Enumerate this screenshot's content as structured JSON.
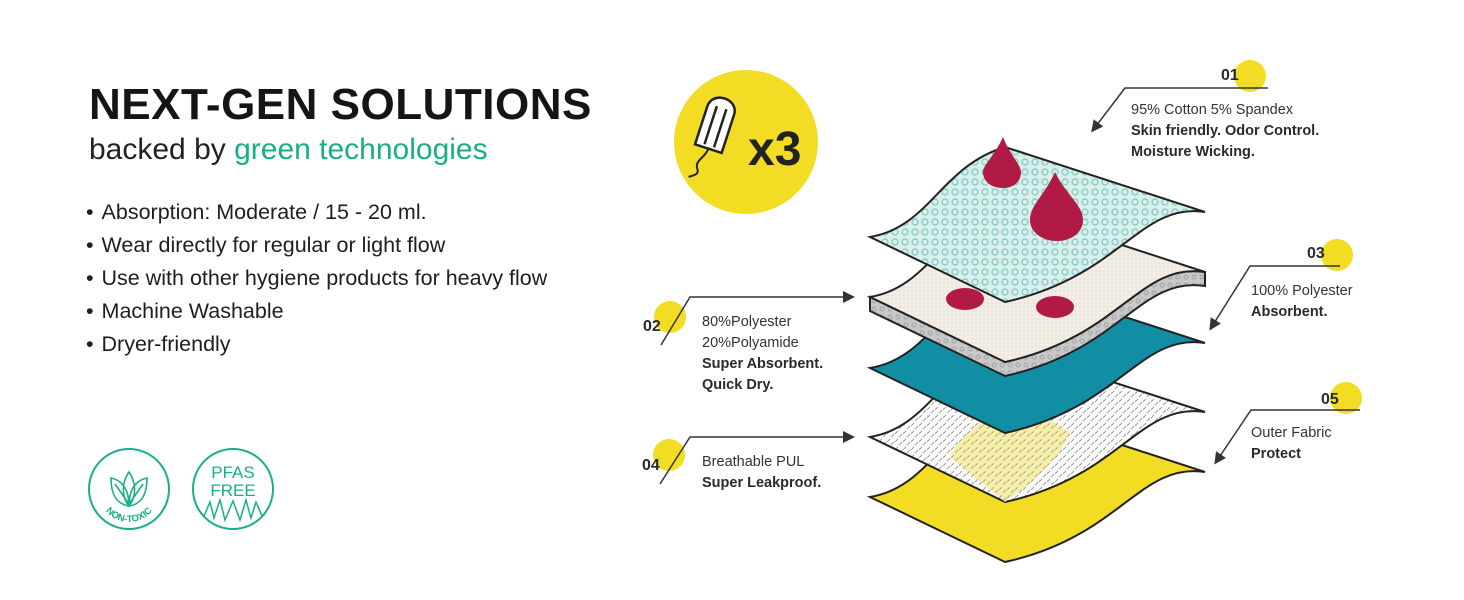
{
  "header": {
    "title": "NEXT-GEN SOLUTIONS",
    "subtitle_prefix": "backed by ",
    "subtitle_highlight": "green technologies"
  },
  "bullets": [
    "Absorption: Moderate / 15 - 20 ml.",
    "Wear directly for regular or light flow",
    "Use with other hygiene products for heavy flow",
    "Machine Washable",
    "Dryer-friendly"
  ],
  "badges": {
    "non_toxic": "NON-TOXIC",
    "pfas_line1": "PFAS",
    "pfas_line2": "FREE"
  },
  "tampon_badge": {
    "icon": "tampon-icon",
    "count": "x3"
  },
  "layers": [
    {
      "number": "01",
      "material": "95% Cotton 5% Spandex",
      "features": [
        "Skin friendly. Odor Control.",
        "Moisture Wicking."
      ]
    },
    {
      "number": "02",
      "material": [
        "80%Polyester",
        "20%Polyamide"
      ],
      "features": [
        "Super Absorbent.",
        "Quick Dry."
      ]
    },
    {
      "number": "03",
      "material": "100% Polyester",
      "features": [
        "Absorbent."
      ]
    },
    {
      "number": "04",
      "material": "Breathable PUL",
      "features": [
        "Super Leakproof."
      ]
    },
    {
      "number": "05",
      "material": "Outer Fabric",
      "features": [
        "Protect"
      ]
    }
  ],
  "colors": {
    "green": "#19ae8a",
    "yellow": "#f2dc24",
    "blood": "#b01a45",
    "teal": "#118ea3"
  }
}
